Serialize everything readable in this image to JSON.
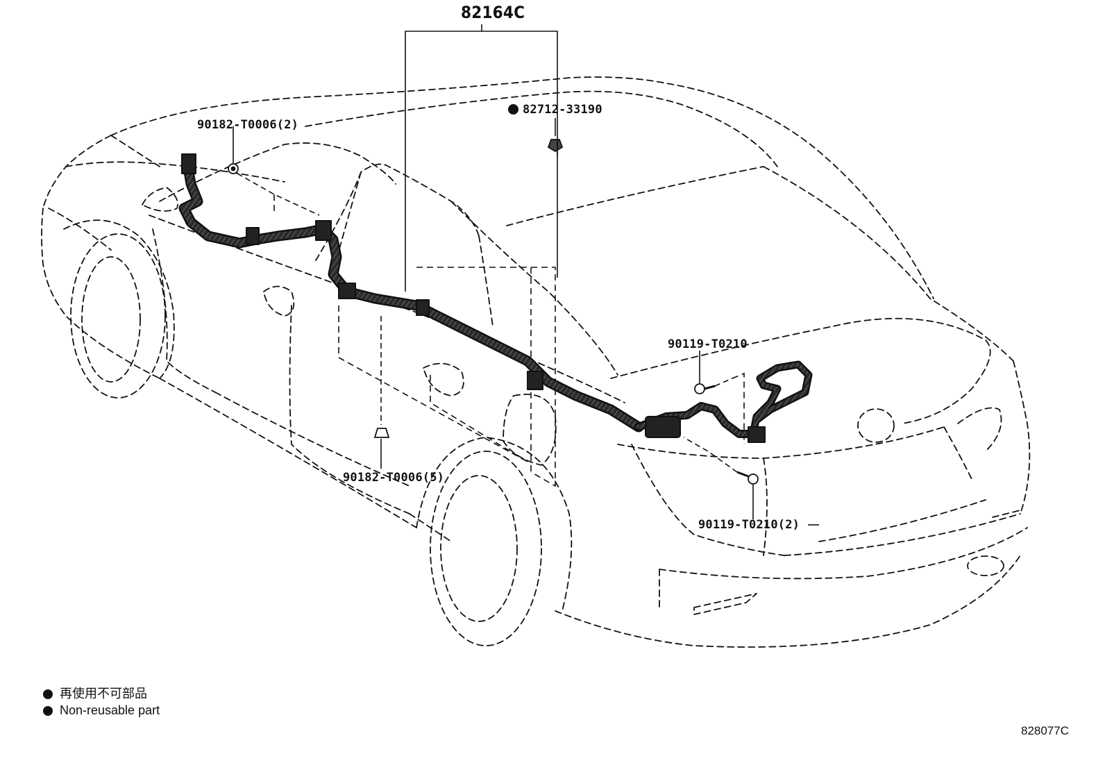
{
  "diagram": {
    "main_part_label": "82164C",
    "callouts": [
      {
        "id": "clip_front",
        "text": "90182-T0006(2)",
        "non_reusable": false
      },
      {
        "id": "clip_roof",
        "text": "82712-33190",
        "non_reusable": true
      },
      {
        "id": "bolt_trunk",
        "text": "90119-T0210",
        "non_reusable": false
      },
      {
        "id": "clip_floor",
        "text": "90182-T0006(5)",
        "non_reusable": false
      },
      {
        "id": "bolt_rear",
        "text": "90119-T0210(2)",
        "non_reusable": false
      }
    ]
  },
  "legend": [
    {
      "symbol": "filled-dot",
      "text": "再使用不可部品"
    },
    {
      "symbol": "filled-dot",
      "text": "Non-reusable part"
    }
  ],
  "reference_code": "828077C",
  "colors": {
    "line": "#111111",
    "harness": "#3a3a3a",
    "background": "#ffffff"
  }
}
